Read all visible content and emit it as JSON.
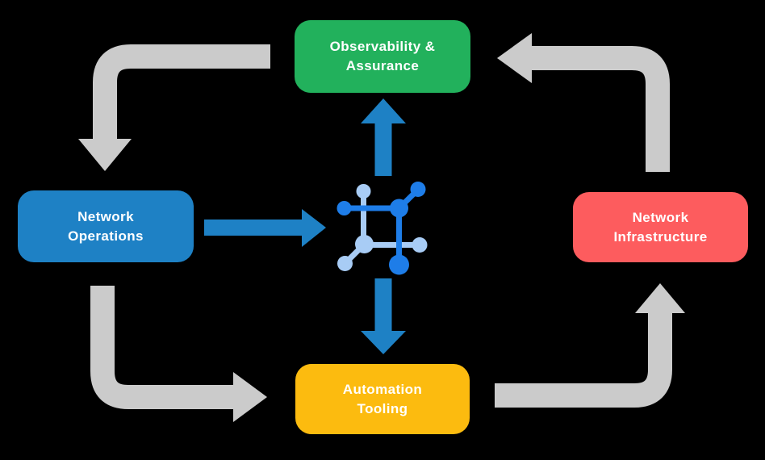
{
  "diagram": {
    "nodes": {
      "observability": {
        "line1": "Observability &",
        "line2": "Assurance",
        "color": "#22B15C"
      },
      "operations": {
        "line1": "Network",
        "line2": "Operations",
        "color": "#1E81C5"
      },
      "infrastructure": {
        "line1": "Network",
        "line2": "Infrastructure",
        "color": "#FD5C5E"
      },
      "automation": {
        "line1": "Automation",
        "line2": "Tooling",
        "color": "#FCBB0F"
      }
    },
    "colors": {
      "background": "#000000",
      "arrow_gray": "#CBCBCB",
      "arrow_blue": "#1E81C5",
      "icon_dark_blue": "#1E7DE8",
      "icon_light_blue": "#A8CCF5",
      "text": "#FFFFFF"
    },
    "icon": {
      "name": "network-node-icon"
    }
  }
}
